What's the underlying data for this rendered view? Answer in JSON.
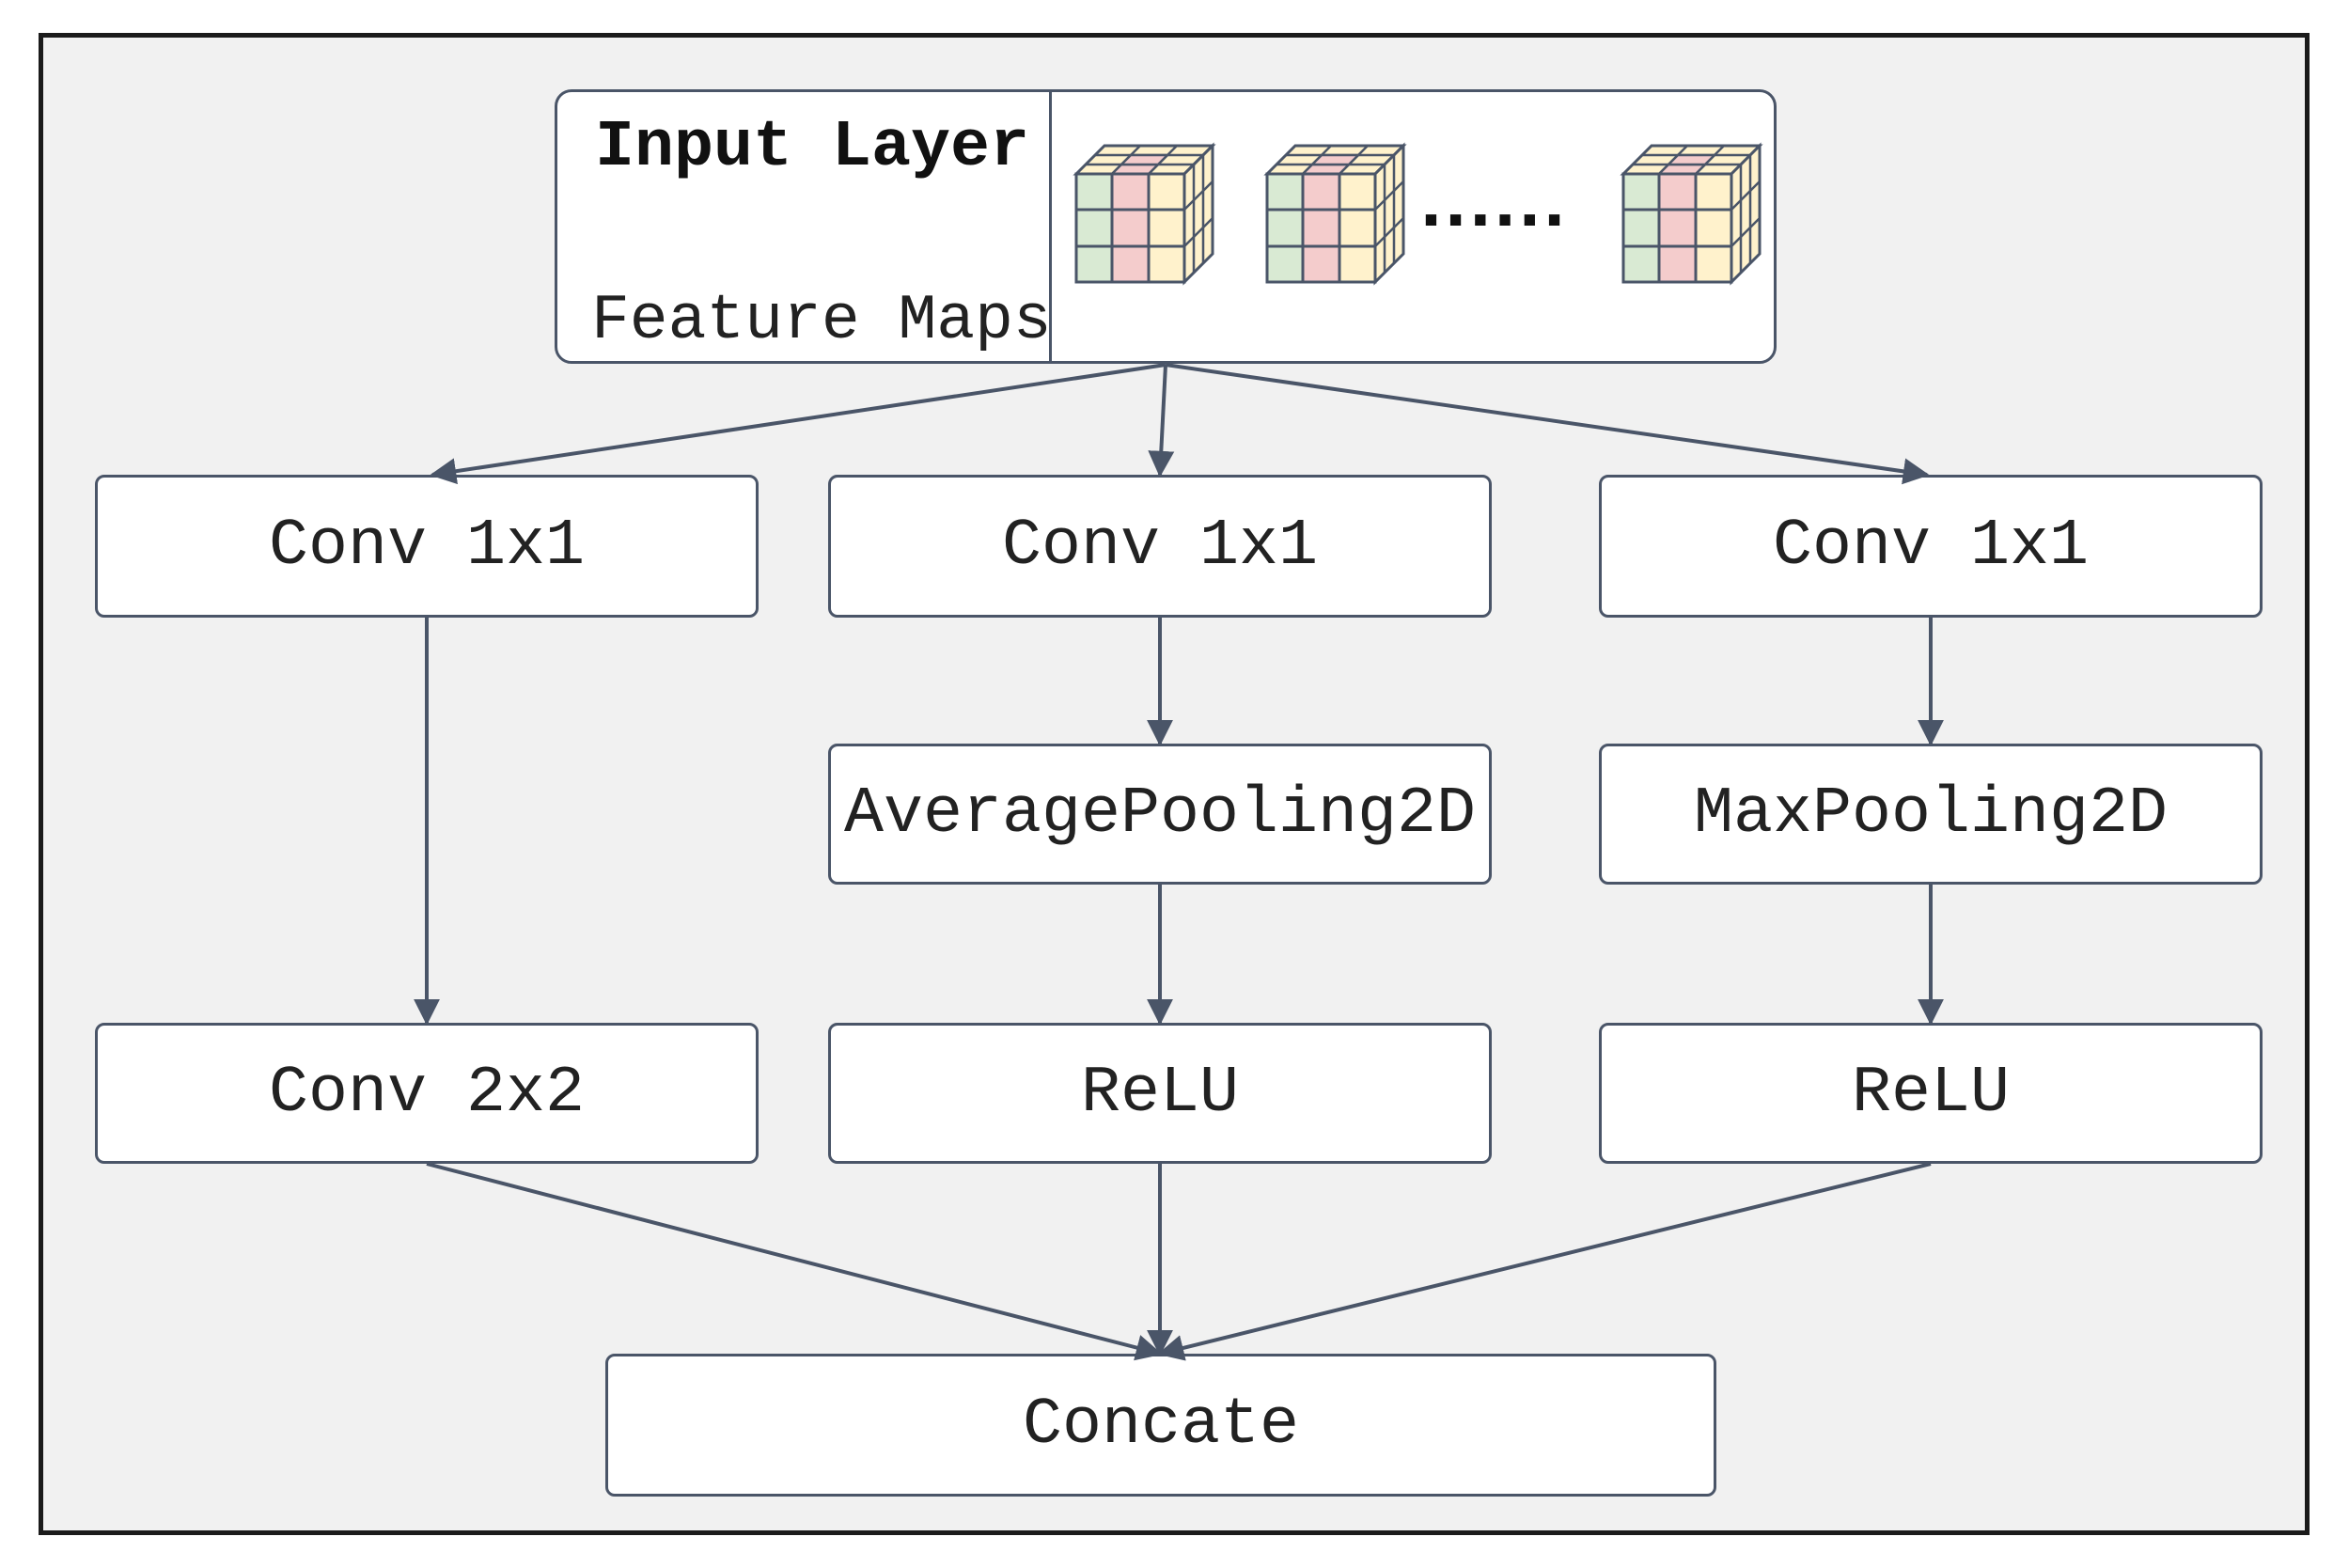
{
  "diagram": {
    "input_layer": {
      "title": "Input Layer",
      "subtitle": "Feature Maps",
      "ellipsis": "......"
    },
    "nodes": {
      "conv_1x1_left": "Conv 1x1",
      "conv_1x1_mid": "Conv 1x1",
      "conv_1x1_right": "Conv 1x1",
      "conv_2x2": "Conv 2x2",
      "average_pooling": "AveragePooling2D",
      "max_pooling": "MaxPooling2D",
      "relu_mid": "ReLU",
      "relu_right": "ReLU",
      "concate": "Concate"
    },
    "colors": {
      "stroke": "#4a5568",
      "cube_green": "#d9ead3",
      "cube_pink": "#f4cccc",
      "cube_yellow": "#fff2cc",
      "background": "#f1f1f1"
    }
  }
}
